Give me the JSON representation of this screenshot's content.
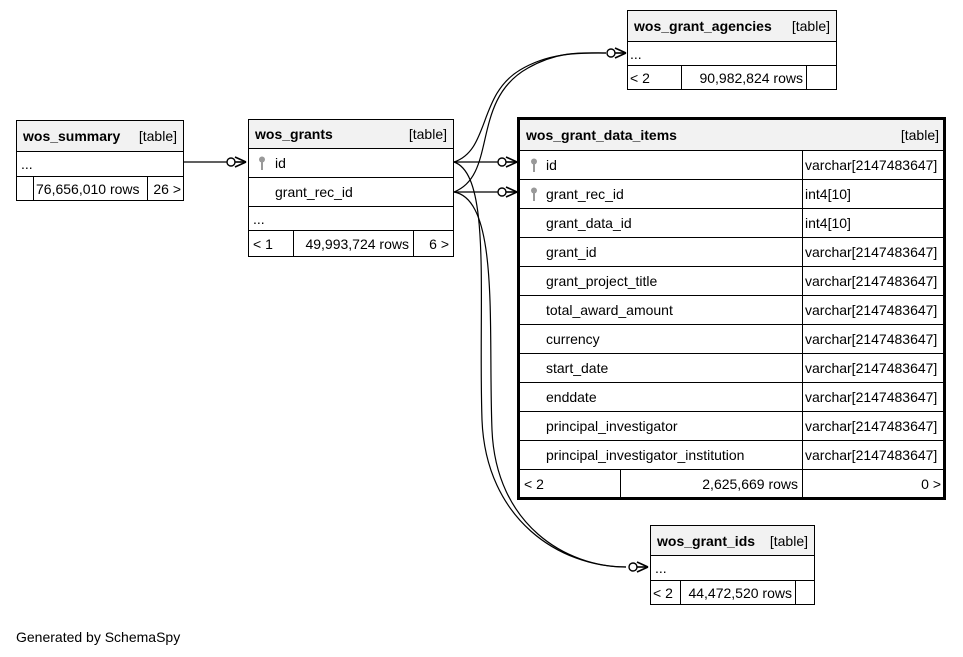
{
  "tables": {
    "wos_summary": {
      "name": "wos_summary",
      "kind": "[table]",
      "ellipsis": "...",
      "rows": "76,656,010 rows",
      "children": "26 >"
    },
    "wos_grants": {
      "name": "wos_grants",
      "kind": "[table]",
      "columns": [
        "id",
        "grant_rec_id"
      ],
      "ellipsis": "...",
      "parents": "< 1",
      "rows": "49,993,724 rows",
      "children": "6 >"
    },
    "wos_grant_agencies": {
      "name": "wos_grant_agencies",
      "kind": "[table]",
      "ellipsis": "...",
      "parents": "< 2",
      "rows": "90,982,824 rows"
    },
    "wos_grant_data_items": {
      "name": "wos_grant_data_items",
      "kind": "[table]",
      "columns": [
        {
          "name": "id",
          "type": "varchar[2147483647]"
        },
        {
          "name": "grant_rec_id",
          "type": "int4[10]"
        },
        {
          "name": "grant_data_id",
          "type": "int4[10]"
        },
        {
          "name": "grant_id",
          "type": "varchar[2147483647]"
        },
        {
          "name": "grant_project_title",
          "type": "varchar[2147483647]"
        },
        {
          "name": "total_award_amount",
          "type": "varchar[2147483647]"
        },
        {
          "name": "currency",
          "type": "varchar[2147483647]"
        },
        {
          "name": "start_date",
          "type": "varchar[2147483647]"
        },
        {
          "name": "enddate",
          "type": "varchar[2147483647]"
        },
        {
          "name": "principal_investigator",
          "type": "varchar[2147483647]"
        },
        {
          "name": "principal_investigator_institution",
          "type": "varchar[2147483647]"
        }
      ],
      "parents": "< 2",
      "rows": "2,625,669 rows",
      "children": "0 >"
    },
    "wos_grant_ids": {
      "name": "wos_grant_ids",
      "kind": "[table]",
      "ellipsis": "...",
      "parents": "< 2",
      "rows": "44,472,520 rows"
    }
  },
  "footer": {
    "credit": "Generated by SchemaSpy"
  },
  "colors": {
    "header_bg": "#f2f2f2",
    "line": "#000000",
    "background": "#ffffff"
  }
}
